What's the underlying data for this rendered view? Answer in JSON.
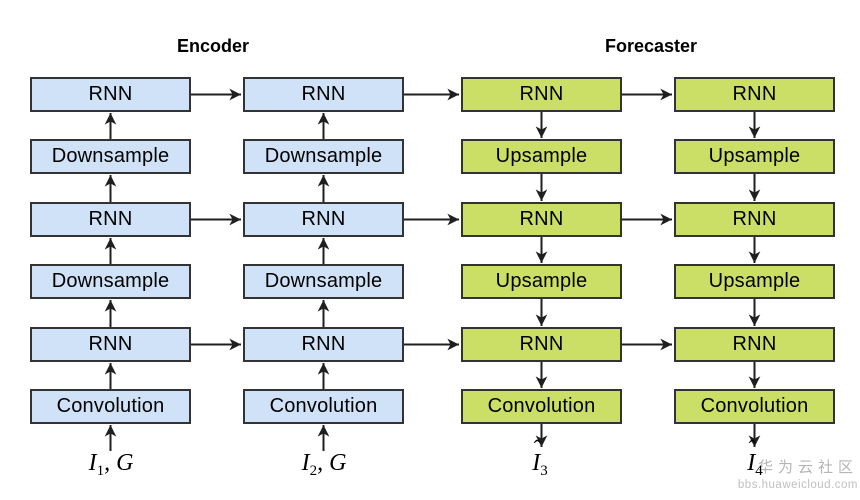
{
  "titles": {
    "encoder": "Encoder",
    "forecaster": "Forecaster"
  },
  "colors": {
    "encoder_fill": "#cfe2f7",
    "forecaster_fill": "#cbdf66",
    "box_border": "#333333",
    "arrow": "#1f1f1f",
    "watermark": "#b5b5b5"
  },
  "columns": [
    {
      "id": "encoder-t1",
      "section": "encoder",
      "blocks": [
        "RNN",
        "Downsample",
        "RNN",
        "Downsample",
        "RNN",
        "Convolution"
      ],
      "io": {
        "base": "I",
        "sub": "1",
        "suffix": ", G"
      }
    },
    {
      "id": "encoder-t2",
      "section": "encoder",
      "blocks": [
        "RNN",
        "Downsample",
        "RNN",
        "Downsample",
        "RNN",
        "Convolution"
      ],
      "io": {
        "base": "I",
        "sub": "2",
        "suffix": ", G"
      }
    },
    {
      "id": "forecaster-t3",
      "section": "forecaster",
      "blocks": [
        "RNN",
        "Upsample",
        "RNN",
        "Upsample",
        "RNN",
        "Convolution"
      ],
      "io": {
        "hat": "ˆ",
        "base": "I",
        "sub": "3",
        "suffix": ""
      }
    },
    {
      "id": "forecaster-t4",
      "section": "forecaster",
      "blocks": [
        "RNN",
        "Upsample",
        "RNN",
        "Upsample",
        "RNN",
        "Convolution"
      ],
      "io": {
        "hat": "ˆ",
        "base": "I",
        "sub": "4",
        "suffix": ""
      }
    }
  ],
  "watermark": {
    "line1": "华为云社区",
    "line2": "bbs.huaweicloud.com"
  }
}
